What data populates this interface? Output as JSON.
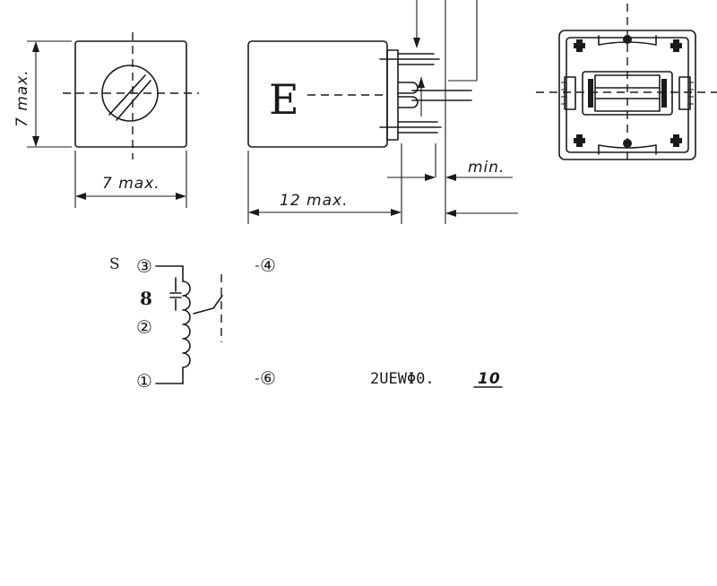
{
  "dimensions": {
    "height_label": "7 max.",
    "width_label": "7 max.",
    "length_label": "12 max.",
    "min_label": "min."
  },
  "side_view": {
    "marking": "E"
  },
  "schematic": {
    "start_label": "S",
    "turns": "8",
    "pins": {
      "p3": "③",
      "p2": "②",
      "p1": "①",
      "p4": "④",
      "p6": "⑥"
    },
    "wire_prefix": "2UEWΦ0.",
    "wire_value": "10"
  }
}
